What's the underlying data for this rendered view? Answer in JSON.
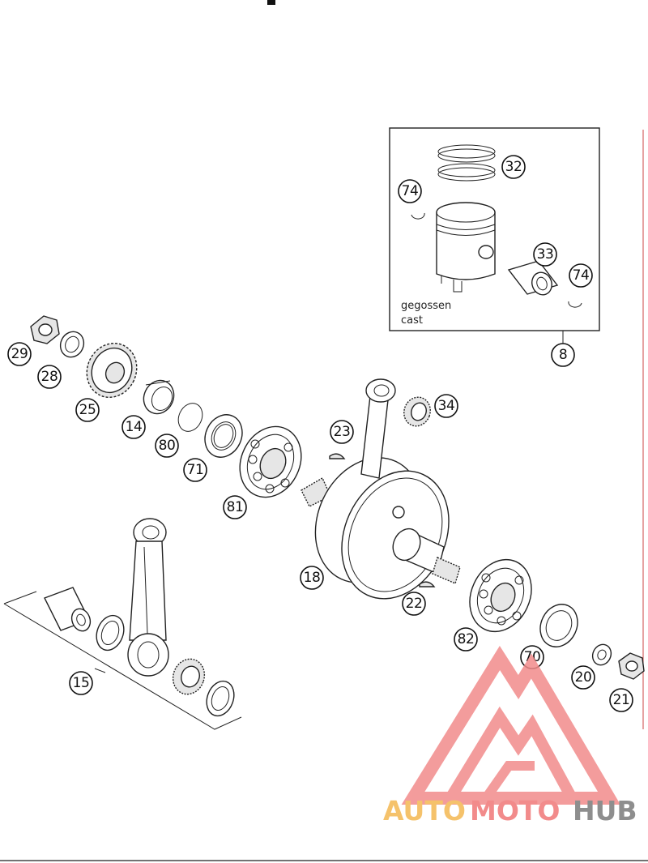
{
  "inset": {
    "note_line1": "gegossen",
    "note_line2": "cast"
  },
  "callouts": {
    "c8": "8",
    "c14": "14",
    "c15": "15",
    "c18": "18",
    "c20": "20",
    "c21": "21",
    "c22": "22",
    "c23": "23",
    "c25": "25",
    "c28": "28",
    "c29": "29",
    "c32": "32",
    "c33": "33",
    "c34": "34",
    "c70": "70",
    "c71": "71",
    "c74a": "74",
    "c74b": "74",
    "c80": "80",
    "c81": "81",
    "c82": "82"
  },
  "watermark": {
    "part1": "AUTO",
    "part2": "MOTO",
    "part3": "HUB",
    "colors": {
      "auto": "#f5c26b",
      "moto": "#f28b8b",
      "hub": "#8e8e8e",
      "logo": "#f28b8b"
    }
  }
}
